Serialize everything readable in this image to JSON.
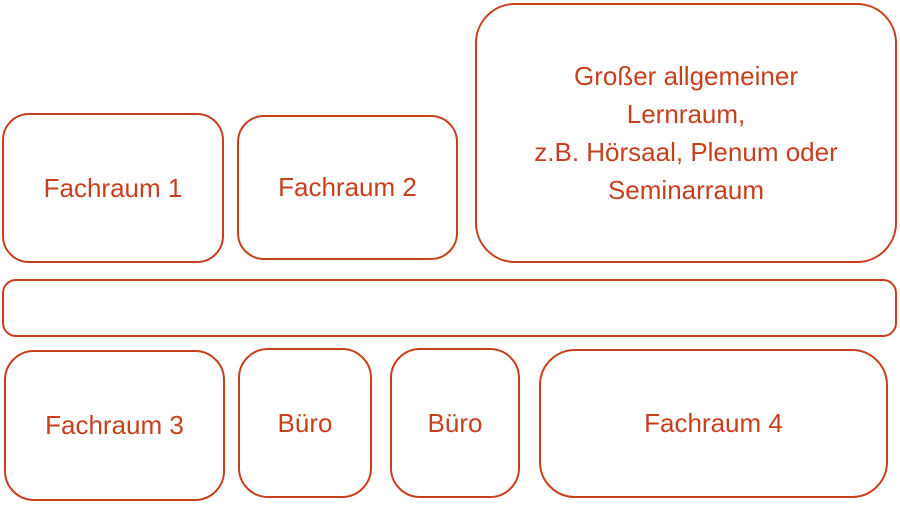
{
  "diagram": {
    "type": "floor-plan",
    "background": "#ffffff",
    "accent_color": "#C7401E",
    "rooms": {
      "fachraum1": {
        "label": "Fachraum 1"
      },
      "fachraum2": {
        "label": "Fachraum 2"
      },
      "lernraum": {
        "lines": [
          "Großer allgemeiner",
          "Lernraum,",
          "z.B. Hörsaal, Plenum oder",
          "Seminarraum"
        ]
      },
      "corridor": {
        "label": ""
      },
      "fachraum3": {
        "label": "Fachraum 3"
      },
      "buero1": {
        "label": "Büro"
      },
      "buero2": {
        "label": "Büro"
      },
      "fachraum4": {
        "label": "Fachraum 4"
      }
    }
  }
}
